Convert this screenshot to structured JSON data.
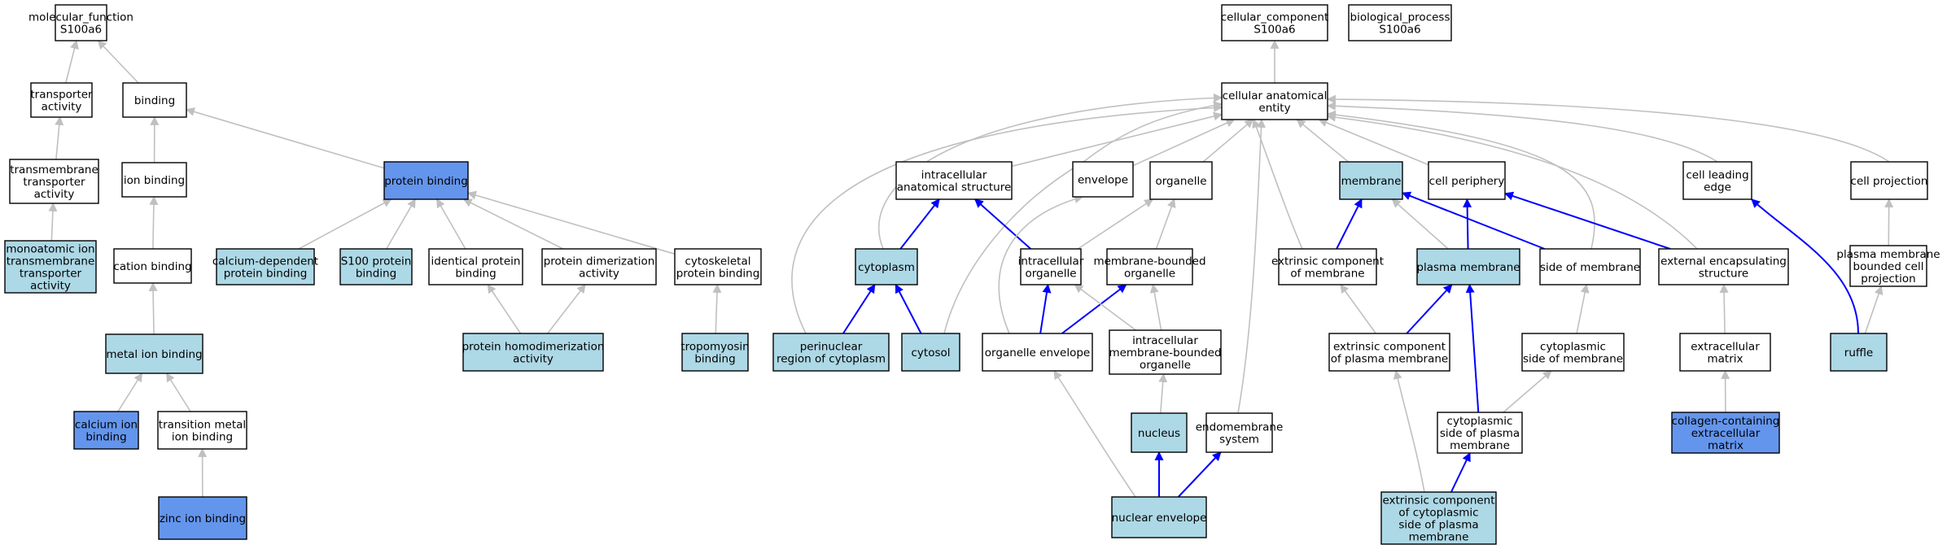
{
  "colors": {
    "white": "#ffffff",
    "light_blue": "#add8e6",
    "cornflower_blue": "#6495ed",
    "gray_edge": "#c0c0c0",
    "blue_edge": "#0000ff"
  },
  "nodes": {
    "mf_root": [
      "molecular_function",
      "S100a6"
    ],
    "transporter": [
      "transporter",
      "activity"
    ],
    "binding": [
      "binding"
    ],
    "tm_transporter": [
      "transmembrane",
      "transporter",
      "activity"
    ],
    "ion_binding": [
      "ion binding"
    ],
    "mono_ion": [
      "monoatomic ion",
      "transmembrane",
      "transporter",
      "activity"
    ],
    "cation_binding": [
      "cation binding"
    ],
    "metal_ion": [
      "metal ion binding"
    ],
    "calcium_ion": [
      "calcium ion",
      "binding"
    ],
    "transition_metal": [
      "transition metal",
      "ion binding"
    ],
    "zinc_ion": [
      "zinc ion binding"
    ],
    "protein_binding": [
      "protein binding"
    ],
    "ca_dep": [
      "calcium-dependent",
      "protein binding"
    ],
    "s100": [
      "S100 protein",
      "binding"
    ],
    "identical": [
      "identical protein",
      "binding"
    ],
    "dimerization": [
      "protein dimerization",
      "activity"
    ],
    "cytoskeletal": [
      "cytoskeletal",
      "protein binding"
    ],
    "homodimer": [
      "protein homodimerization",
      "activity"
    ],
    "tropomyosin": [
      "tropomyosin",
      "binding"
    ],
    "cc_root": [
      "cellular_component",
      "S100a6"
    ],
    "bp_root": [
      "biological_process",
      "S100a6"
    ],
    "cae": [
      "cellular anatomical",
      "entity"
    ],
    "intracellular_as": [
      "intracellular",
      "anatomical structure"
    ],
    "envelope": [
      "envelope"
    ],
    "organelle": [
      "organelle"
    ],
    "membrane": [
      "membrane"
    ],
    "cell_periphery": [
      "cell periphery"
    ],
    "cell_leading_edge": [
      "cell leading",
      "edge"
    ],
    "cell_projection": [
      "cell projection"
    ],
    "cytoplasm": [
      "cytoplasm"
    ],
    "intracellular_org": [
      "intracellular",
      "organelle"
    ],
    "mb_organelle": [
      "membrane-bounded",
      "organelle"
    ],
    "extrinsic_membrane": [
      "extrinsic component",
      "of membrane"
    ],
    "plasma_membrane": [
      "plasma membrane"
    ],
    "side_membrane": [
      "side of membrane"
    ],
    "external_enc": [
      "external encapsulating",
      "structure"
    ],
    "pm_bounded_proj": [
      "plasma membrane",
      "bounded cell",
      "projection"
    ],
    "perinuclear": [
      "perinuclear",
      "region of cytoplasm"
    ],
    "cytosol": [
      "cytosol"
    ],
    "org_envelope": [
      "organelle envelope"
    ],
    "intra_mb_org": [
      "intracellular",
      "membrane-bounded",
      "organelle"
    ],
    "extrinsic_pm": [
      "extrinsic component",
      "of plasma membrane"
    ],
    "cyto_side_membrane": [
      "cytoplasmic",
      "side of membrane"
    ],
    "extracellular_matrix": [
      "extracellular",
      "matrix"
    ],
    "ruffle": [
      "ruffle"
    ],
    "nucleus": [
      "nucleus"
    ],
    "endomembrane": [
      "endomembrane",
      "system"
    ],
    "cyto_side_pm": [
      "cytoplasmic",
      "side of plasma",
      "membrane"
    ],
    "collagen_ecm": [
      "collagen-containing",
      "extracellular",
      "matrix"
    ],
    "nuclear_envelope": [
      "nuclear envelope"
    ],
    "extrinsic_cyto_side": [
      "extrinsic component",
      "of cytoplasmic",
      "side of plasma",
      "membrane"
    ]
  },
  "node_fill": {
    "mono_ion": "light_blue",
    "metal_ion": "light_blue",
    "calcium_ion": "cornflower_blue",
    "zinc_ion": "cornflower_blue",
    "protein_binding": "cornflower_blue",
    "ca_dep": "light_blue",
    "s100": "light_blue",
    "homodimer": "light_blue",
    "tropomyosin": "light_blue",
    "membrane": "light_blue",
    "cytoplasm": "light_blue",
    "plasma_membrane": "light_blue",
    "perinuclear": "light_blue",
    "cytosol": "light_blue",
    "ruffle": "light_blue",
    "nucleus": "light_blue",
    "collagen_ecm": "cornflower_blue",
    "nuclear_envelope": "light_blue",
    "extrinsic_cyto_side": "light_blue"
  },
  "edges": [
    {
      "from": "transporter",
      "to": "mf_root",
      "type": "is_a"
    },
    {
      "from": "binding",
      "to": "mf_root",
      "type": "is_a"
    },
    {
      "from": "tm_transporter",
      "to": "transporter",
      "type": "is_a"
    },
    {
      "from": "mono_ion",
      "to": "tm_transporter",
      "type": "is_a"
    },
    {
      "from": "ion_binding",
      "to": "binding",
      "type": "is_a"
    },
    {
      "from": "protein_binding",
      "to": "binding",
      "type": "is_a"
    },
    {
      "from": "cation_binding",
      "to": "ion_binding",
      "type": "is_a"
    },
    {
      "from": "metal_ion",
      "to": "cation_binding",
      "type": "is_a"
    },
    {
      "from": "calcium_ion",
      "to": "metal_ion",
      "type": "is_a"
    },
    {
      "from": "transition_metal",
      "to": "metal_ion",
      "type": "is_a"
    },
    {
      "from": "zinc_ion",
      "to": "transition_metal",
      "type": "is_a"
    },
    {
      "from": "ca_dep",
      "to": "protein_binding",
      "type": "is_a"
    },
    {
      "from": "s100",
      "to": "protein_binding",
      "type": "is_a"
    },
    {
      "from": "identical",
      "to": "protein_binding",
      "type": "is_a"
    },
    {
      "from": "dimerization",
      "to": "protein_binding",
      "type": "is_a"
    },
    {
      "from": "cytoskeletal",
      "to": "protein_binding",
      "type": "is_a"
    },
    {
      "from": "homodimer",
      "to": "identical",
      "type": "is_a"
    },
    {
      "from": "homodimer",
      "to": "dimerization",
      "type": "is_a"
    },
    {
      "from": "tropomyosin",
      "to": "cytoskeletal",
      "type": "is_a"
    },
    {
      "from": "cae",
      "to": "cc_root",
      "type": "is_a"
    },
    {
      "from": "intracellular_as",
      "to": "cae",
      "type": "is_a"
    },
    {
      "from": "envelope",
      "to": "cae",
      "type": "is_a"
    },
    {
      "from": "organelle",
      "to": "cae",
      "type": "is_a"
    },
    {
      "from": "membrane",
      "to": "cae",
      "type": "is_a"
    },
    {
      "from": "cell_periphery",
      "to": "cae",
      "type": "is_a"
    },
    {
      "from": "cell_leading_edge",
      "to": "cae",
      "type": "is_a"
    },
    {
      "from": "cell_projection",
      "to": "cae",
      "type": "is_a"
    },
    {
      "from": "cytoplasm",
      "to": "cae",
      "type": "is_a"
    },
    {
      "from": "perinuclear",
      "to": "cae",
      "type": "is_a"
    },
    {
      "from": "cytosol",
      "to": "cae",
      "type": "is_a"
    },
    {
      "from": "extrinsic_membrane",
      "to": "cae",
      "type": "is_a"
    },
    {
      "from": "side_membrane",
      "to": "cae",
      "type": "is_a"
    },
    {
      "from": "external_enc",
      "to": "cae",
      "type": "is_a"
    },
    {
      "from": "endomembrane",
      "to": "cae",
      "type": "is_a"
    },
    {
      "from": "cytoplasm",
      "to": "intracellular_as",
      "type": "part_of"
    },
    {
      "from": "intracellular_org",
      "to": "intracellular_as",
      "type": "part_of"
    },
    {
      "from": "intracellular_org",
      "to": "organelle",
      "type": "is_a"
    },
    {
      "from": "mb_organelle",
      "to": "organelle",
      "type": "is_a"
    },
    {
      "from": "extrinsic_membrane",
      "to": "membrane",
      "type": "part_of"
    },
    {
      "from": "plasma_membrane",
      "to": "membrane",
      "type": "is_a"
    },
    {
      "from": "side_membrane",
      "to": "membrane",
      "type": "part_of"
    },
    {
      "from": "plasma_membrane",
      "to": "cell_periphery",
      "type": "part_of"
    },
    {
      "from": "external_enc",
      "to": "cell_periphery",
      "type": "part_of"
    },
    {
      "from": "pm_bounded_proj",
      "to": "cell_projection",
      "type": "is_a"
    },
    {
      "from": "perinuclear",
      "to": "cytoplasm",
      "type": "part_of"
    },
    {
      "from": "cytosol",
      "to": "cytoplasm",
      "type": "part_of"
    },
    {
      "from": "org_envelope",
      "to": "intracellular_org",
      "type": "part_of"
    },
    {
      "from": "org_envelope",
      "to": "mb_organelle",
      "type": "part_of"
    },
    {
      "from": "intra_mb_org",
      "to": "intracellular_org",
      "type": "is_a"
    },
    {
      "from": "intra_mb_org",
      "to": "mb_organelle",
      "type": "is_a"
    },
    {
      "from": "org_envelope",
      "to": "envelope",
      "type": "is_a"
    },
    {
      "from": "extrinsic_pm",
      "to": "extrinsic_membrane",
      "type": "is_a"
    },
    {
      "from": "extrinsic_pm",
      "to": "plasma_membrane",
      "type": "part_of"
    },
    {
      "from": "cyto_side_membrane",
      "to": "side_membrane",
      "type": "is_a"
    },
    {
      "from": "extracellular_matrix",
      "to": "external_enc",
      "type": "is_a"
    },
    {
      "from": "ruffle",
      "to": "cell_leading_edge",
      "type": "part_of"
    },
    {
      "from": "ruffle",
      "to": "pm_bounded_proj",
      "type": "is_a"
    },
    {
      "from": "nucleus",
      "to": "intra_mb_org",
      "type": "is_a"
    },
    {
      "from": "cyto_side_pm",
      "to": "cyto_side_membrane",
      "type": "is_a"
    },
    {
      "from": "cyto_side_pm",
      "to": "plasma_membrane",
      "type": "part_of"
    },
    {
      "from": "collagen_ecm",
      "to": "extracellular_matrix",
      "type": "is_a"
    },
    {
      "from": "nuclear_envelope",
      "to": "org_envelope",
      "type": "is_a"
    },
    {
      "from": "nuclear_envelope",
      "to": "nucleus",
      "type": "part_of"
    },
    {
      "from": "nuclear_envelope",
      "to": "endomembrane",
      "type": "part_of"
    },
    {
      "from": "extrinsic_cyto_side",
      "to": "extrinsic_pm",
      "type": "is_a"
    },
    {
      "from": "extrinsic_cyto_side",
      "to": "cyto_side_pm",
      "type": "part_of"
    }
  ]
}
